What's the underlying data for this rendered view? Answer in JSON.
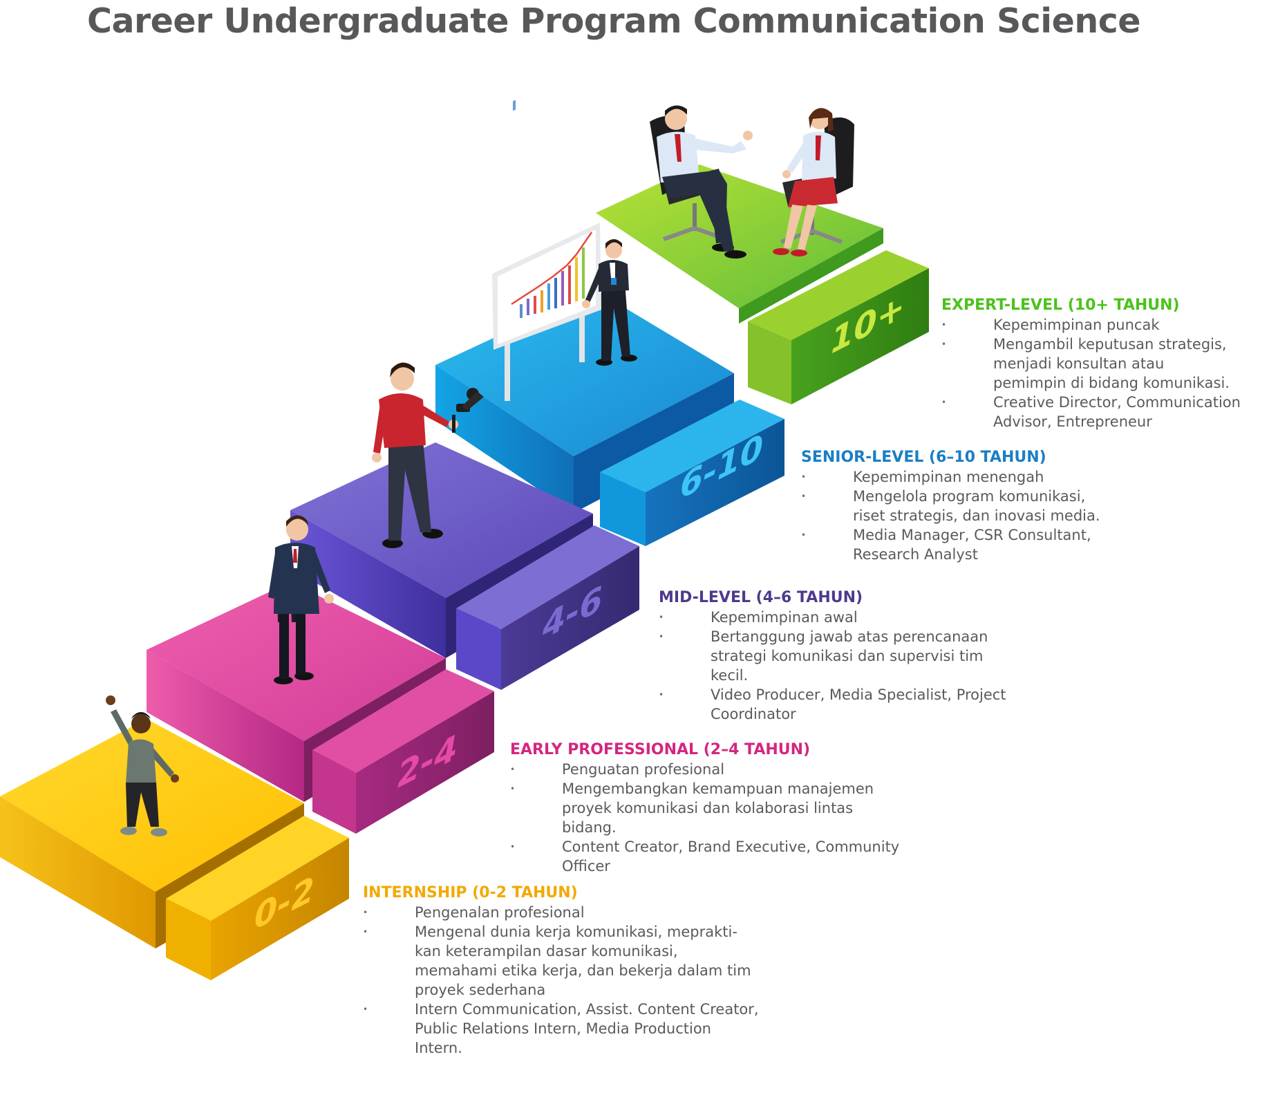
{
  "title": "Career Undergraduate Program Communication Science",
  "colors": {
    "title": "#58585a",
    "body_text": "#5a5a5c",
    "internship": "#f2a900",
    "early": "#d4267f",
    "mid": "#4e3a8c",
    "senior": "#1a7ec5",
    "expert": "#4cc21c"
  },
  "steps": [
    {
      "label": "0-2",
      "color": "#f7b500"
    },
    {
      "label": "2-4",
      "color": "#d64aa0"
    },
    {
      "label": "4-6",
      "color": "#5b4ab5"
    },
    {
      "label": "6-10",
      "color": "#1b8ad6"
    },
    {
      "label": "10+",
      "color": "#6cc42a"
    }
  ],
  "levels": [
    {
      "heading": "EXPERT-LEVEL (10+ TAHUN)",
      "bullets": [
        "Kepemimpinan puncak",
        "Mengambil keputusan strategis,\nmenjadi konsultan atau\npemimpin di bidang komunikasi.",
        "Creative Director, Communication\nAdvisor, Entrepreneur"
      ]
    },
    {
      "heading": "SENIOR-LEVEL (6–10 TAHUN)",
      "bullets": [
        "Kepemimpinan menengah",
        "Mengelola program komunikasi,\nriset strategis, dan inovasi media.",
        "Media Manager, CSR Consultant,\nResearch Analyst"
      ]
    },
    {
      "heading": "MID-LEVEL (4–6 TAHUN)",
      "bullets": [
        "Kepemimpinan awal",
        "Bertanggung jawab atas perencanaan\nstrategi komunikasi dan supervisi tim\nkecil.",
        "Video Producer, Media Specialist, Project\nCoordinator"
      ]
    },
    {
      "heading": "EARLY PROFESSIONAL (2–4 TAHUN)",
      "bullets": [
        "Penguatan profesional",
        "Mengembangkan kemampuan manajemen\nproyek komunikasi dan kolaborasi lintas\nbidang.",
        "Content Creator, Brand Executive, Community\nOfficer"
      ]
    },
    {
      "heading": "INTERNSHIP (0-2 TAHUN)",
      "bullets": [
        "Pengenalan profesional",
        "Mengenal dunia kerja komunikasi, meprakti-\nkan keterampilan dasar komunikasi,\nmemahami etika kerja, dan bekerja dalam tim\nproyek sederhana",
        "Intern Communication, Assist. Content Creator,\nPublic Relations Intern, Media Production\nIntern."
      ]
    }
  ],
  "bullet_glyph": "•"
}
